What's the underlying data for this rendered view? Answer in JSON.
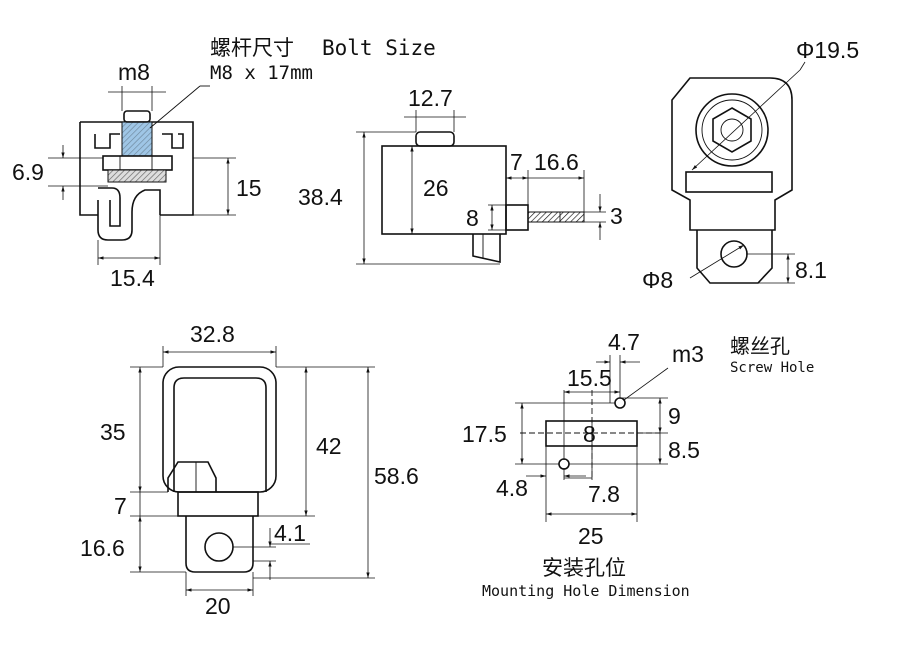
{
  "bolt": {
    "label_zh": "螺杆尺寸",
    "label_en": "Bolt Size",
    "spec": "M8 x 17mm"
  },
  "view1": {
    "m8": "m8",
    "d69": "6.9",
    "d15": "15",
    "d154": "15.4"
  },
  "view2": {
    "d127": "12.7",
    "d384": "38.4",
    "d26": "26",
    "d7": "7",
    "d166": "16.6",
    "d8": "8",
    "d3": "3"
  },
  "view3": {
    "d195": "Φ19.5",
    "d8phi": "Φ8",
    "d81": "8.1"
  },
  "view4": {
    "d328": "32.8",
    "d35": "35",
    "d42": "42",
    "d586": "58.6",
    "d7": "7",
    "d41": "4.1",
    "d166": "16.6",
    "d20": "20"
  },
  "view5": {
    "d47": "4.7",
    "m3": "m3",
    "screw_zh": "螺丝孔",
    "screw_en": "Screw Hole",
    "d155": "15.5",
    "d9": "9",
    "d175": "17.5",
    "d8": "8",
    "d85": "8.5",
    "d48": "4.8",
    "d78": "7.8",
    "d25": "25",
    "mount_zh": "安装孔位",
    "mount_en": "Mounting Hole Dimension"
  },
  "colors": {
    "bolt_fill": "#9fc6e6",
    "line": "#111111"
  }
}
